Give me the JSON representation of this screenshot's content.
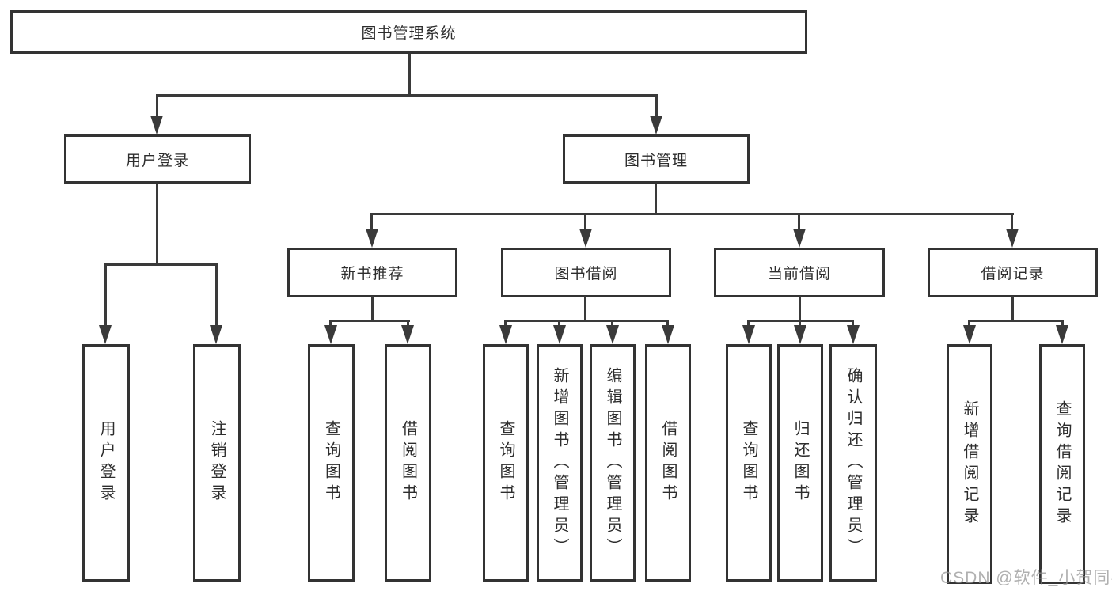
{
  "diagram": {
    "title": "图书管理系统",
    "root": {
      "label": "图书管理系统"
    },
    "branches": [
      {
        "label": "用户登录",
        "leaves": [
          {
            "label": "用户登录"
          },
          {
            "label": "注销登录"
          }
        ]
      },
      {
        "label": "图书管理",
        "groups": [
          {
            "label": "新书推荐",
            "leaves": [
              {
                "label": "查询图书"
              },
              {
                "label": "借阅图书"
              }
            ]
          },
          {
            "label": "图书借阅",
            "leaves": [
              {
                "label": "查询图书"
              },
              {
                "label": "新增图书（管理员）"
              },
              {
                "label": "编辑图书（管理员）"
              },
              {
                "label": "借阅图书"
              }
            ]
          },
          {
            "label": "当前借阅",
            "leaves": [
              {
                "label": "查询图书"
              },
              {
                "label": "归还图书"
              },
              {
                "label": "确认归还（管理员）"
              }
            ]
          },
          {
            "label": "借阅记录",
            "leaves": [
              {
                "label": "新增借阅记录"
              },
              {
                "label": "查询借阅记录"
              }
            ]
          }
        ]
      }
    ]
  },
  "icons": {
    "arrowhead": "down-triangle"
  },
  "watermark": {
    "text": "CSDN @软件_小贺同学"
  },
  "colors": {
    "line": "#3a3a3a",
    "border": "#333333",
    "text": "#2d2d2d",
    "watermark": "#969696",
    "background": "#ffffff"
  }
}
